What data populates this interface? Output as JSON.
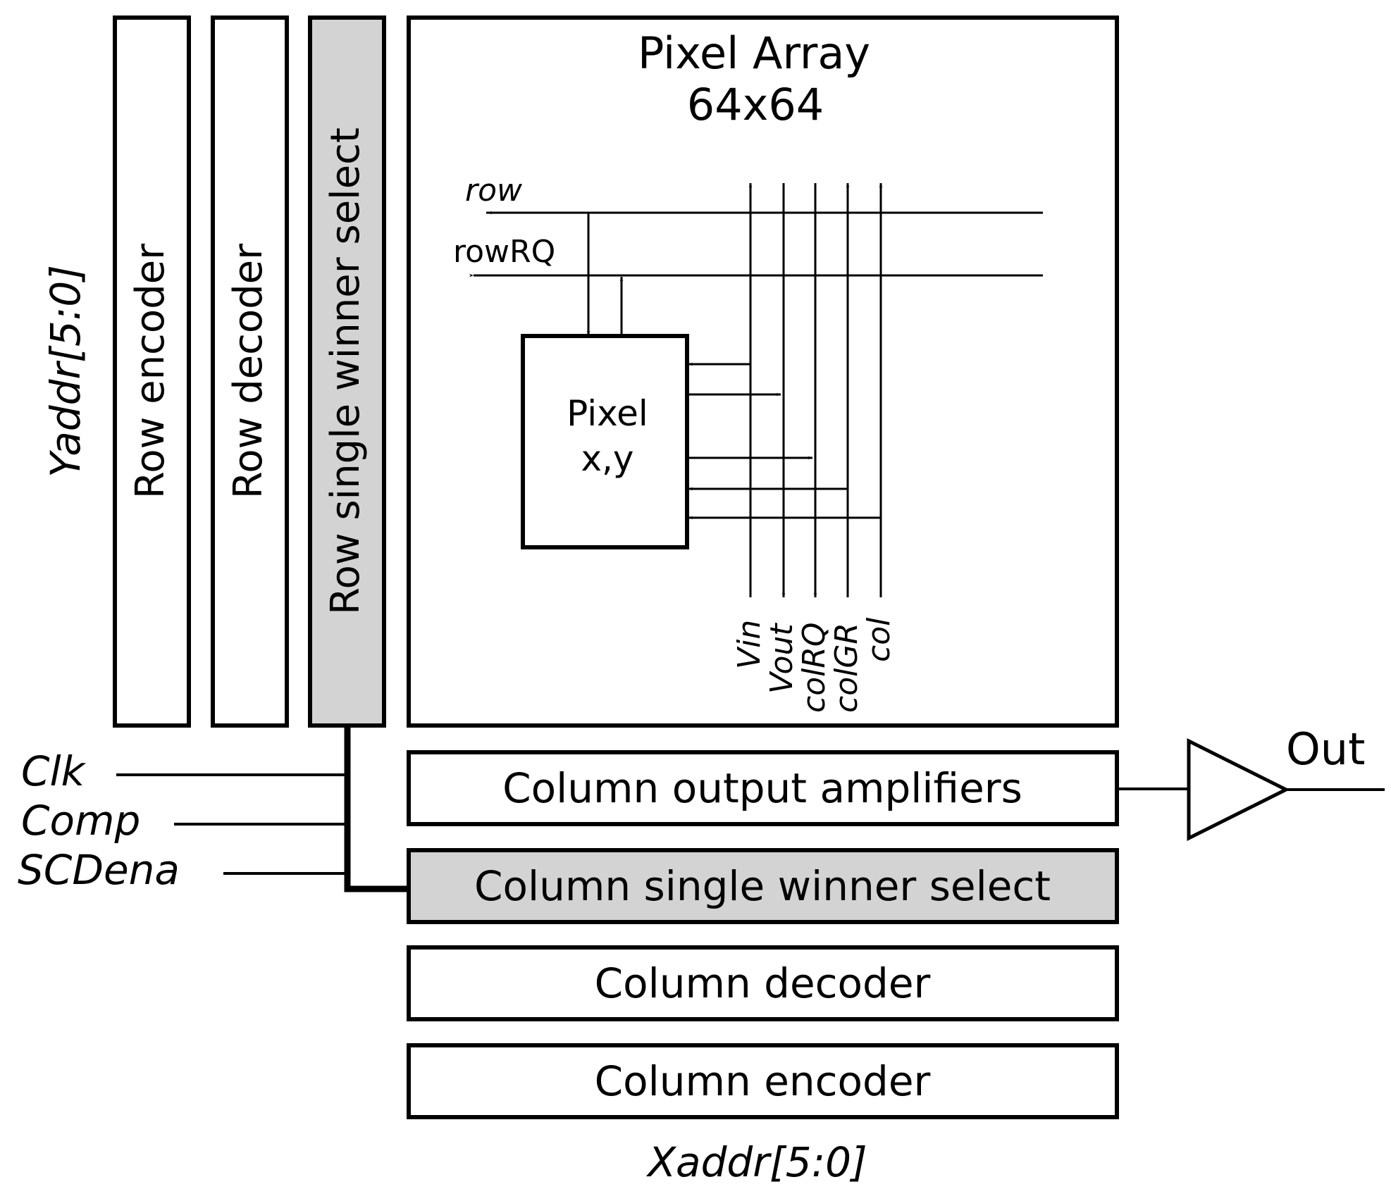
{
  "colors": {
    "stroke": "#000000",
    "highlight_fill": "#d3d3d3",
    "plain_fill": "#ffffff"
  },
  "blocks": {
    "row_encoder": "Row encoder",
    "row_decoder": "Row decoder",
    "row_swsel": "Row single winner select",
    "pixel_array_title": "Pixel Array",
    "pixel_array_size": "64x64",
    "pixel_label_1": "Pixel",
    "pixel_label_2": "x,y",
    "col_output_amps": "Column output amplifiers",
    "col_swsel": "Column single winner select",
    "col_decoder": "Column decoder",
    "col_encoder": "Column encoder"
  },
  "signals": {
    "row": "row",
    "rowRQ": "rowRQ",
    "vin": "Vin",
    "vout": "Vout",
    "colRQ": "colRQ",
    "colGR": "colGR",
    "col": "col",
    "yaddr": "Yaddr[5:0]",
    "xaddr": "Xaddr[5:0]",
    "clk": "Clk",
    "comp": "Comp",
    "scdena": "SCDena",
    "out": "Out"
  }
}
